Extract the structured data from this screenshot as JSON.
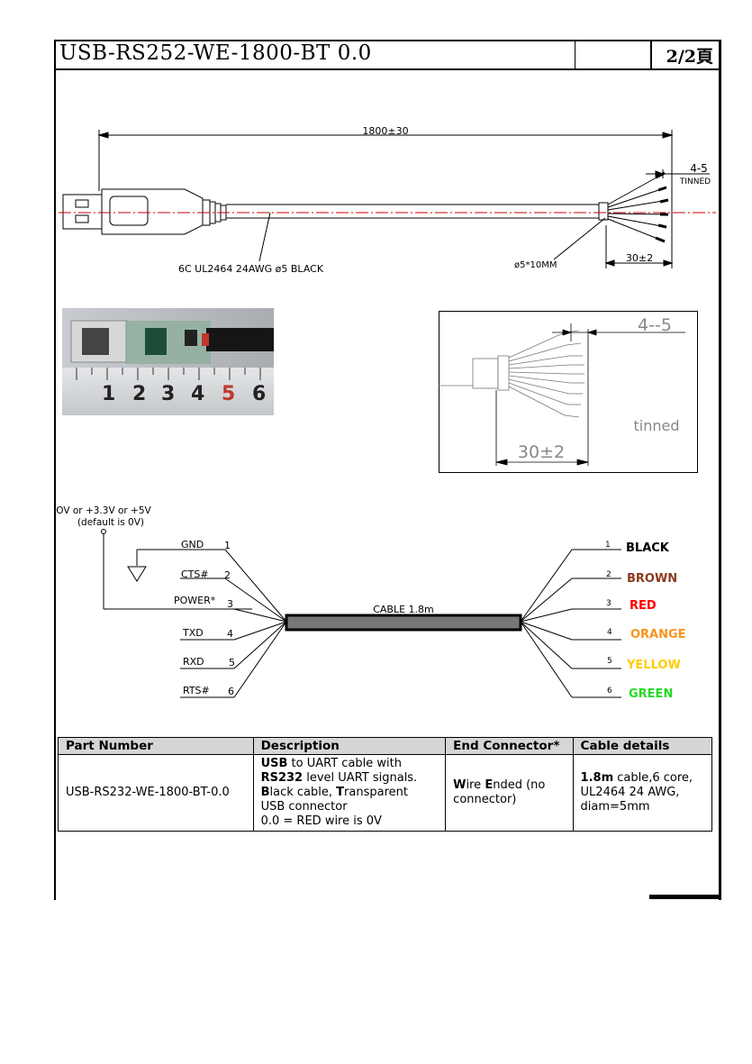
{
  "header": {
    "title": "USB-RS252-WE-1800-BT 0.0",
    "page": "2/2頁"
  },
  "drawing": {
    "length": "1800±30",
    "strip": "4-5",
    "tinned": "TINNED",
    "cable_spec": "6C UL2464 24AWG ø5 BLACK",
    "heatshrink": "ø5*10MM",
    "breakout": "30±2"
  },
  "photo": {
    "ruler_digits": [
      "1",
      "2",
      "3",
      "4",
      "5",
      "6"
    ]
  },
  "detail": {
    "strip": "4--5",
    "tinned": "tinned",
    "breakout": "30±2"
  },
  "schematic": {
    "power_note_1": "OV or +3.3V or +5V",
    "power_note_2": "(default is 0V)",
    "cable_label": "CABLE 1.8m",
    "left_pins": [
      {
        "name": "GND",
        "num": "1"
      },
      {
        "name": "CTS#",
        "num": "2"
      },
      {
        "name": "POWER*",
        "num": "3"
      },
      {
        "name": "TXD",
        "num": "4"
      },
      {
        "name": "RXD",
        "num": "5"
      },
      {
        "name": "RTS#",
        "num": "6"
      }
    ],
    "right_wires": [
      {
        "num": "1",
        "color": "BLACK",
        "hex": "#000000"
      },
      {
        "num": "2",
        "color": "BROWN",
        "hex": "#8b3a1e"
      },
      {
        "num": "3",
        "color": "RED",
        "hex": "#ff0000"
      },
      {
        "num": "4",
        "color": "ORANGE",
        "hex": "#f7941d"
      },
      {
        "num": "5",
        "color": "YELLOW",
        "hex": "#ffcc00"
      },
      {
        "num": "6",
        "color": "GREEN",
        "hex": "#22dd22"
      }
    ]
  },
  "table": {
    "headers": [
      "Part Number",
      "Description",
      "End Connector*",
      "Cable details"
    ],
    "part_number": "USB-RS232-WE-1800-BT-0.0",
    "desc": {
      "b1": "USB",
      "t1": " to UART cable with",
      "b2": "RS232",
      "t2": " level UART signals.",
      "b3": "B",
      "t3": "lack cable, ",
      "b4": "T",
      "t4": "ransparent",
      "t5": "USB connector",
      "t6": "0.0 = RED wire is 0V"
    },
    "connector": {
      "b1": "W",
      "t1": "ire ",
      "b2": "E",
      "t2": "nded (no",
      "t3": "connector)"
    },
    "cable": {
      "b1": "1.8m",
      "t1": " cable,6 core,",
      "t2": "UL2464 24 AWG,",
      "t3": "diam=5mm"
    }
  }
}
